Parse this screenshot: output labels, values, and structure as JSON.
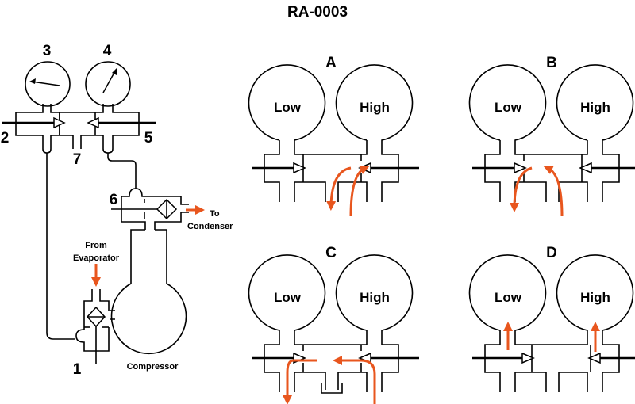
{
  "title": "RA-0003",
  "colors": {
    "flow": "#e8561e",
    "line": "#000000",
    "background": "#ffffff"
  },
  "system_diagram": {
    "labels": {
      "gauge_low": "3",
      "gauge_high": "4",
      "low_port": "2",
      "high_port": "5",
      "center_port": "7",
      "discharge_valve": "6",
      "suction_valve": "1"
    },
    "text": {
      "from": "From",
      "evaporator": "Evaporator",
      "to": "To",
      "condenser": "Condenser",
      "compressor": "Compressor"
    }
  },
  "panels": [
    {
      "id": "A",
      "label": "A",
      "low": "Low",
      "high": "High",
      "flow": "high-to-center"
    },
    {
      "id": "B",
      "label": "B",
      "low": "Low",
      "high": "High",
      "flow": "center-to-low"
    },
    {
      "id": "C",
      "label": "C",
      "low": "Low",
      "high": "High",
      "flow": "high-through-to-low"
    },
    {
      "id": "D",
      "label": "D",
      "low": "Low",
      "high": "High",
      "flow": "both-to-gauges"
    }
  ]
}
